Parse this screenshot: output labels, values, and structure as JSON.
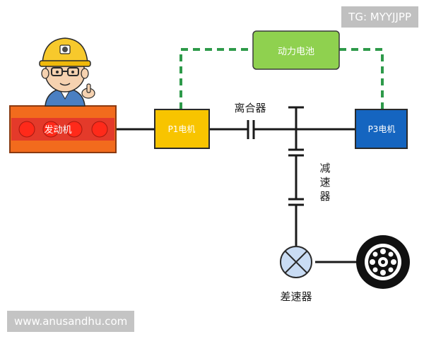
{
  "watermarks": {
    "top_right": "TG: MYYJJPP",
    "bottom_left": "www.anusandhu.com"
  },
  "components": {
    "engine": "发动机",
    "p1_motor": "P1电机",
    "p3_motor": "P3电机",
    "battery": "动力电池",
    "clutch": "离合器",
    "reducer": "减速器",
    "differential": "差速器"
  },
  "colors": {
    "engine_fill": "#f26b1d",
    "engine_stripe": "#e43a2a",
    "engine_border": "#8b3a10",
    "p1_fill": "#f8c400",
    "p3_fill": "#1565c0",
    "battery_fill": "#8fd14f",
    "hv_line": "#2e9a4a",
    "shaft": "#1a1a1a",
    "diff_fill": "#c9dcf4"
  },
  "icons": {
    "mascot": "engineer-helmet-icon",
    "wheel": "wheel-icon",
    "differential": "differential-cross-icon"
  }
}
